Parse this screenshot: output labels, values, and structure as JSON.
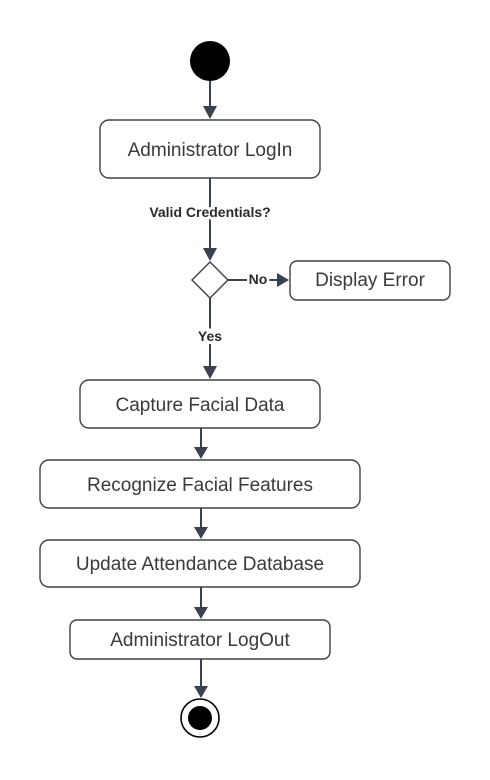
{
  "diagram": {
    "nodes": {
      "admin_login": "Administrator LogIn",
      "display_error": "Display Error",
      "capture_facial_data": "Capture Facial Data",
      "recognize_facial_features": "Recognize Facial Features",
      "update_attendance_database": "Update Attendance Database",
      "admin_logout": "Administrator LogOut"
    },
    "edge_labels": {
      "decision_question": "Valid Credentials?",
      "no": "No",
      "yes": "Yes"
    },
    "colors": {
      "line": "#3a4150",
      "node_border": "#404040",
      "start_fill": "#000000"
    }
  }
}
